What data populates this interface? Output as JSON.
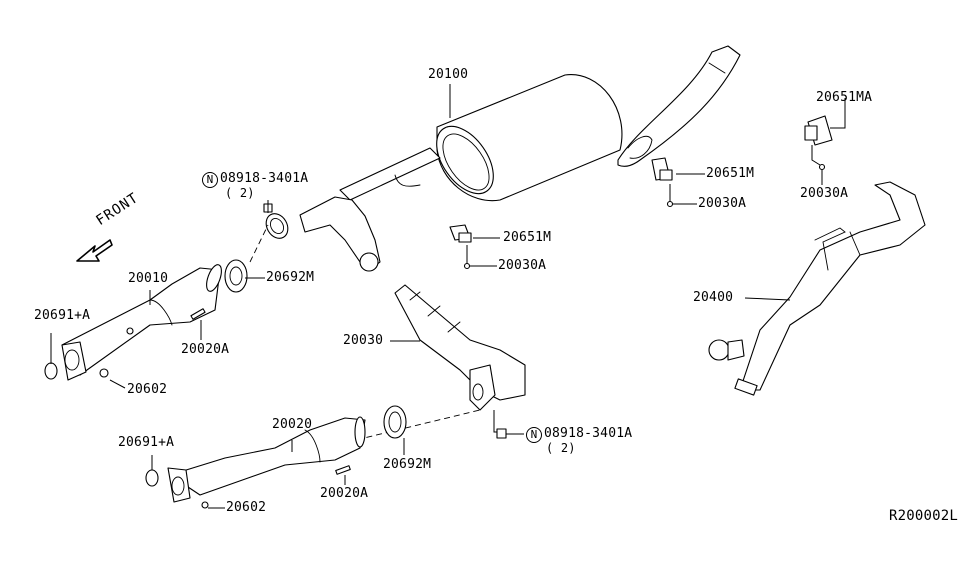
{
  "diagram": {
    "title": "Exhaust system parts diagram",
    "front_indicator": "FRONT",
    "diagram_code": "R200002L",
    "parts": [
      {
        "id": "muffler",
        "label": "20100"
      },
      {
        "id": "front-tube-upper",
        "label": "20010"
      },
      {
        "id": "front-tube-lower",
        "label": "20020"
      },
      {
        "id": "center-tube",
        "label": "20030"
      },
      {
        "id": "tail-pipe",
        "label": "20400"
      },
      {
        "id": "mount-rubber-1",
        "label": "20651M"
      },
      {
        "id": "mount-rubber-2",
        "label": "20651M"
      },
      {
        "id": "mount-rubber-3",
        "label": "20651MA"
      },
      {
        "id": "bolt-1",
        "label": "20030A"
      },
      {
        "id": "bolt-2",
        "label": "20030A"
      },
      {
        "id": "bolt-3",
        "label": "20030A"
      },
      {
        "id": "gasket-1",
        "label": "20692M"
      },
      {
        "id": "gasket-2",
        "label": "20692M"
      },
      {
        "id": "seal-ring-1",
        "label": "20691+A"
      },
      {
        "id": "seal-ring-2",
        "label": "20691+A"
      },
      {
        "id": "nut-1",
        "label": "20602"
      },
      {
        "id": "nut-2",
        "label": "20602"
      },
      {
        "id": "stud-1",
        "label": "20020A"
      },
      {
        "id": "stud-2",
        "label": "20020A"
      }
    ],
    "callouts": [
      {
        "id": "nut-n-1",
        "symbol": "N",
        "label": "08918-3401A",
        "qty": "( 2)"
      },
      {
        "id": "nut-n-2",
        "symbol": "N",
        "label": "08918-3401A",
        "qty": "( 2)"
      }
    ]
  }
}
